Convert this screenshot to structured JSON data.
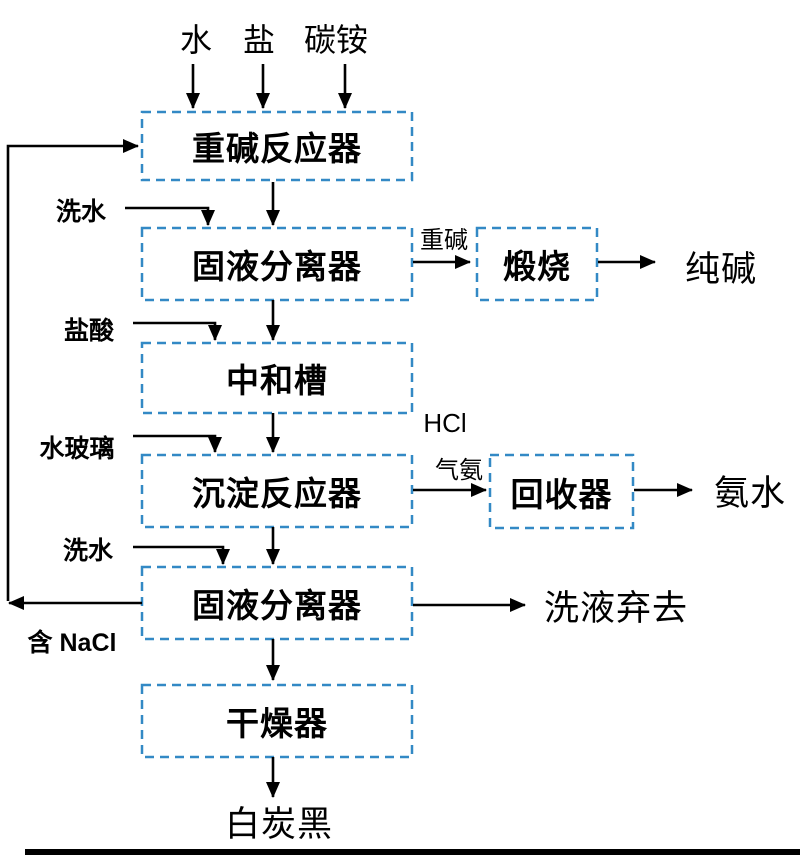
{
  "colors": {
    "background": "#ffffff",
    "box_border": "#3389c5",
    "line": "#000000",
    "text": "#000000"
  },
  "top_inputs": [
    {
      "label": "水"
    },
    {
      "label": "盐"
    },
    {
      "label": "碳铵"
    }
  ],
  "boxes": {
    "reactor": {
      "label": "重碱反应器"
    },
    "separator1": {
      "label": "固液分离器"
    },
    "calciner": {
      "label": "煅烧"
    },
    "neutralizer": {
      "label": "中和槽"
    },
    "precipitator": {
      "label": "沉淀反应器"
    },
    "recovery": {
      "label": "回收器"
    },
    "separator2": {
      "label": "固液分离器"
    },
    "dryer": {
      "label": "干燥器"
    }
  },
  "side_inputs": [
    {
      "label": "洗水"
    },
    {
      "label": "盐酸"
    },
    {
      "label": "水玻璃"
    },
    {
      "label": "洗水"
    }
  ],
  "streams": {
    "heavy_alkali": {
      "label": "重碱"
    },
    "hcl": {
      "label": "HCl"
    },
    "ammonia_gas": {
      "label": "气氨"
    },
    "nacl": {
      "label": "含 NaCl"
    }
  },
  "outputs": {
    "soda_ash": {
      "label": "纯碱"
    },
    "ammonia_water": {
      "label": "氨水"
    },
    "wash_discard": {
      "label": "洗液弃去"
    },
    "silica": {
      "label": "白炭黑"
    }
  }
}
